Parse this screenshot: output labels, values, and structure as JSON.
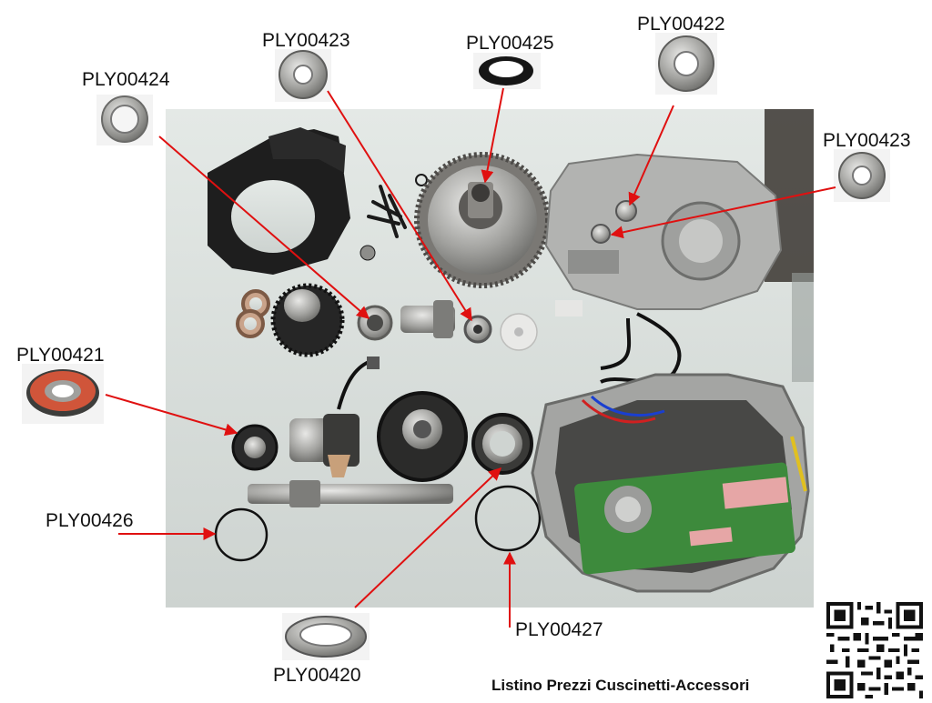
{
  "labels": {
    "ply00424": "PLY00424",
    "ply00423_top": "PLY00423",
    "ply00425": "PLY00425",
    "ply00422": "PLY00422",
    "ply00423_right": "PLY00423",
    "ply00421": "PLY00421",
    "ply00426": "PLY00426",
    "ply00420": "PLY00420",
    "ply00427": "PLY00427"
  },
  "footer": "Listino Prezzi Cuscinetti-Accessori",
  "colors": {
    "arrow": "#e01010",
    "table": "#d9dedb",
    "metal": "#a8a8a4",
    "dark_plastic": "#1e1e1e",
    "pcb": "#3d8a3c",
    "bearing_seal_orange": "#d0553a"
  }
}
